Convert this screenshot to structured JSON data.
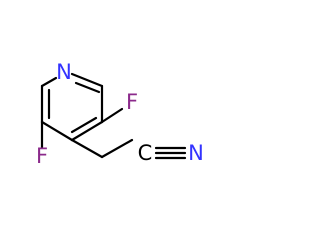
{
  "molecule": {
    "atoms": {
      "n_ring": {
        "symbol": "N",
        "color": "#3333ff"
      },
      "f_top": {
        "symbol": "F",
        "color": "#8b2a8b"
      },
      "f_bottom": {
        "symbol": "F",
        "color": "#8b2a8b"
      },
      "n_nitrile": {
        "symbol": "N",
        "color": "#3333ff"
      }
    },
    "bond_color": "#000000"
  }
}
